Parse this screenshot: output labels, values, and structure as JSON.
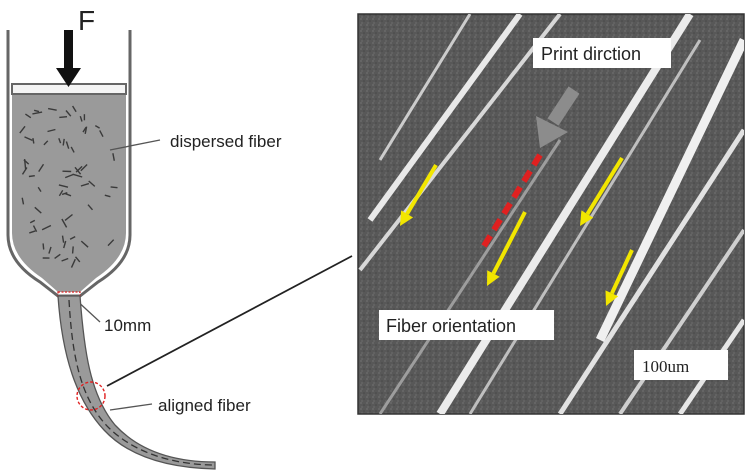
{
  "schematic": {
    "force_label": "F",
    "dispersed_label": "dispersed fiber",
    "nozzle_label": "10mm",
    "aligned_label": "aligned fiber"
  },
  "micrograph": {
    "print_direction_label": "Print dirction",
    "fiber_orientation_label": "Fiber orientation",
    "scale_bar_label": "100um"
  },
  "colors": {
    "ink": "#666666",
    "fill": "#9a9a9a",
    "highlight_red": "#e02020",
    "arrow_yellow": "#f2e600",
    "arrow_gray": "#8c8c8c",
    "sem_background": "#5a5a5a"
  }
}
